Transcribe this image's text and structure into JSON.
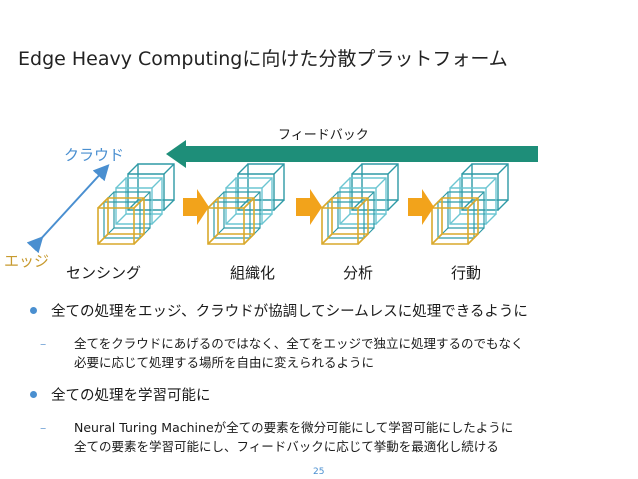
{
  "slide": {
    "title": "Edge Heavy Computingに向けた分散プラットフォーム",
    "page_number": "25"
  },
  "diagram": {
    "cloud_label": "クラウド",
    "edge_label": "エッジ",
    "feedback_label": "フィードバック",
    "stages": [
      "センシング",
      "組織化",
      "分析",
      "行動"
    ],
    "colors": {
      "cube_blue": "#2e9aa6",
      "cube_cyan": "#6cc6d2",
      "cube_gold": "#d9a92c",
      "arrow_orange": "#f2a31b",
      "feedback_green": "#1e8e79",
      "axis_blue": "#4a8fd0"
    }
  },
  "bullets": [
    {
      "text": "全ての処理をエッジ、クラウドが協調してシームレスに処理できるように",
      "sub": {
        "marker": "–",
        "line1": "全てをクラウドにあげるのではなく、全てをエッジで独立に処理するのでもなく",
        "line2": "必要に応じて処理する場所を自由に変えられるように"
      }
    },
    {
      "text": "全ての処理を学習可能に",
      "sub": {
        "marker": "–",
        "line1": "Neural Turing Machineが全ての要素を微分可能にして学習可能にしたように",
        "line2": "全ての要素を学習可能にし、フィードバックに応じて挙動を最適化し続ける"
      }
    }
  ]
}
